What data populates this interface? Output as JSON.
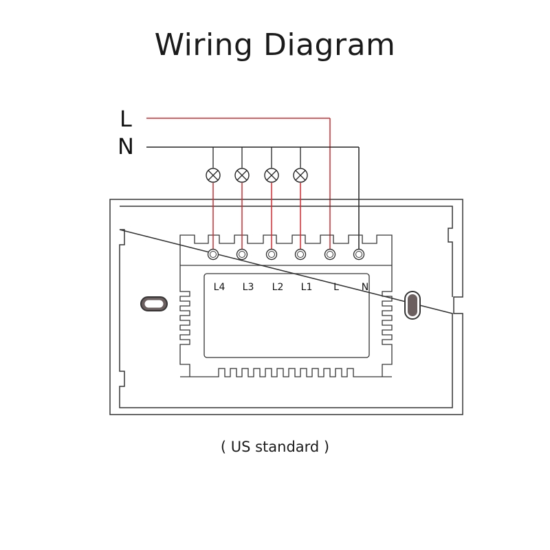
{
  "title": "Wiring Diagram",
  "caption": "( US standard )",
  "supply": {
    "live_label": "L",
    "neutral_label": "N"
  },
  "terminals": [
    {
      "label": "L4",
      "kind": "load"
    },
    {
      "label": "L3",
      "kind": "load"
    },
    {
      "label": "L2",
      "kind": "load"
    },
    {
      "label": "L1",
      "kind": "load"
    },
    {
      "label": "L",
      "kind": "live"
    },
    {
      "label": "N",
      "kind": "neutral"
    }
  ],
  "lamps": [
    "L4",
    "L3",
    "L2",
    "L1"
  ],
  "colors": {
    "live_wire": "#e0262b",
    "neutral_wire": "#222222",
    "outline": "#333333",
    "knob": "#6b5f5f"
  },
  "icons": [
    "lamp-icon",
    "terminal-screw-icon",
    "mounting-slot-icon"
  ]
}
